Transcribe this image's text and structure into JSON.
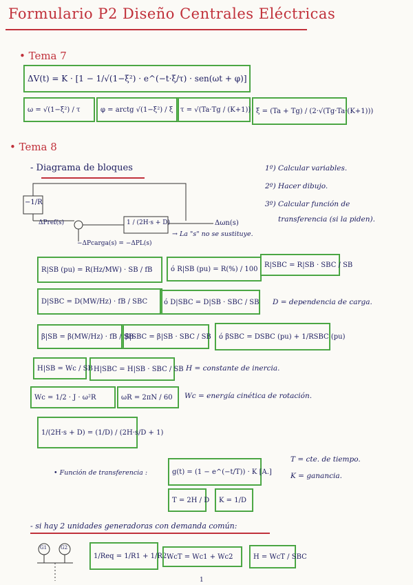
{
  "header": {
    "title": "Formulario P2  Diseño Centrales Eléctricas"
  },
  "tema7": {
    "heading": "• Tema 7",
    "f1": "ΔV(t) = K · [1 − 1/√(1−ξ²) · e^(−t·ξ/τ) · sen(ωt + φ)]",
    "f2": "ω = √(1−ξ²) / τ",
    "f3": "φ = arctg √(1−ξ²) / ξ",
    "f4": "τ = √(Ta·Tg / (K+1))",
    "f5": "ξ = (Ta + Tg) / (2·√(Tg·Ta·(K+1)))"
  },
  "tema8": {
    "heading": "• Tema 8",
    "diagram_heading": "- Diagrama de bloques",
    "steps": [
      "1º) Calcular variables.",
      "2º) Hacer dibujo.",
      "3º) Calcular función de",
      "transferencia (si la piden)."
    ],
    "block_r": "−1/R",
    "block_tf": "1 / (2H·s + D)",
    "in_ref": "ΔPref(s)",
    "in_load": "−ΔPcarga(s) = −ΔPL(s)",
    "out": "Δωn(s)",
    "s_note": "→ La \"s\" no se sustituye.",
    "r_rows": [
      "R|SB (pu) = R(Hz/MW) · SB / fB",
      "ó  R|SB (pu) = R(%) / 100",
      "R|SBC = R|SB · SBC / SB"
    ],
    "d_rows": [
      "D|SBC = D(MW/Hz) · fB / SBC",
      "ó  D|SBC = D|SB · SBC / SB"
    ],
    "d_note": "D = dependencia de carga.",
    "b_rows": [
      "β|SB = β(MW/Hz) · fB / SB",
      "β|SBC = β|SB · SBC / SB",
      "ó  βSBC = DSBC (pu) + 1/RSBC (pu)"
    ],
    "h_rows": [
      "H|SB = Wc / SB",
      "H|SBC = H|SB · SBC / SB"
    ],
    "h_note": "H = constante de inercia.",
    "w_rows": [
      "Wc = 1/2 · J · ω²R",
      "ωR = 2πN / 60"
    ],
    "w_note": "Wc = energía cinética de rotación.",
    "eq_tf": "1/(2H·s + D) = (1/D) / (2H·s/D + 1)",
    "tf_label": "• Función de transferencia :",
    "tf_formula": "g(t) = (1 − e^(−t/T)) · K  [A.]",
    "tf_T": "T = 2H / D",
    "tf_K": "K = 1/D",
    "tf_notes": [
      "T = cte. de tiempo.",
      "K = ganancia."
    ],
    "two_units": "- si hay 2 unidades generadoras con demanda común:",
    "req": "1/Req = 1/R1 + 1/R2",
    "wct": "WcT = Wc1 + Wc2",
    "hsbc": "H = WcT / SBC",
    "gen_labels": [
      "G1",
      "G2"
    ],
    "page_number": "1"
  }
}
